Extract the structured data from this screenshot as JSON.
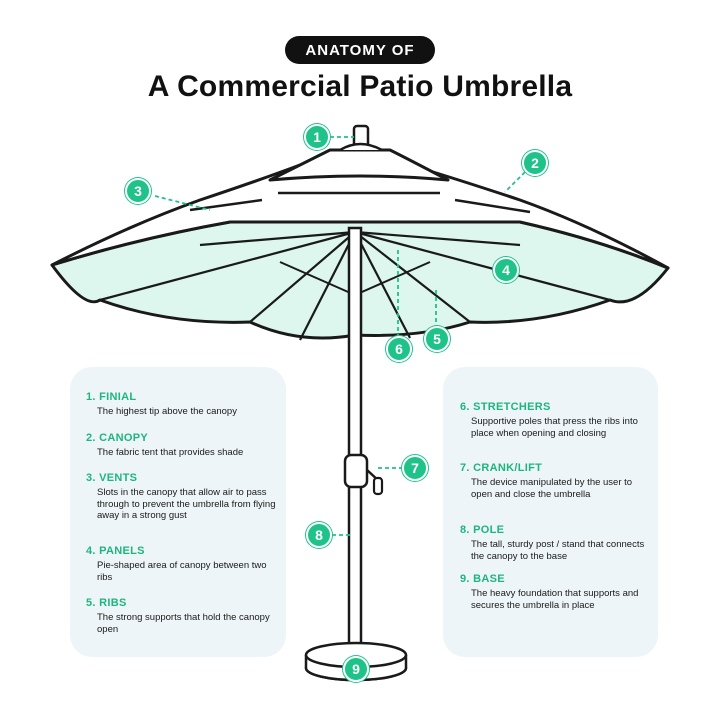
{
  "header": {
    "kicker": "ANATOMY OF",
    "title": "A Commercial Patio Umbrella"
  },
  "colors": {
    "accent": "#1fc38a",
    "canopy_fill": "#ddf7ee",
    "panel_bg": "#eef5f8",
    "outline": "#1a1a1a"
  },
  "parts": [
    {
      "num": "1",
      "title": "1. FINIAL",
      "desc": "The highest tip above the canopy"
    },
    {
      "num": "2",
      "title": "2. CANOPY",
      "desc": "The fabric tent that provides shade"
    },
    {
      "num": "3",
      "title": "3. VENTS",
      "desc": "Slots in the canopy that allow air to pass through to prevent the umbrella from flying away in a strong gust"
    },
    {
      "num": "4",
      "title": "4. PANELS",
      "desc": "Pie-shaped area of canopy between two ribs"
    },
    {
      "num": "5",
      "title": "5. RIBS",
      "desc": "The strong supports that hold the canopy open"
    },
    {
      "num": "6",
      "title": "6. STRETCHERS",
      "desc": "Supportive poles that press the ribs into place when opening and closing"
    },
    {
      "num": "7",
      "title": "7. CRANK/LIFT",
      "desc": "The device manipulated by the user to open and close the umbrella"
    },
    {
      "num": "8",
      "title": "8. POLE",
      "desc": "The tall, sturdy post / stand that connects the canopy to the base"
    },
    {
      "num": "9",
      "title": "9. BASE",
      "desc": "The heavy foundation that supports and secures the umbrella in place"
    }
  ]
}
